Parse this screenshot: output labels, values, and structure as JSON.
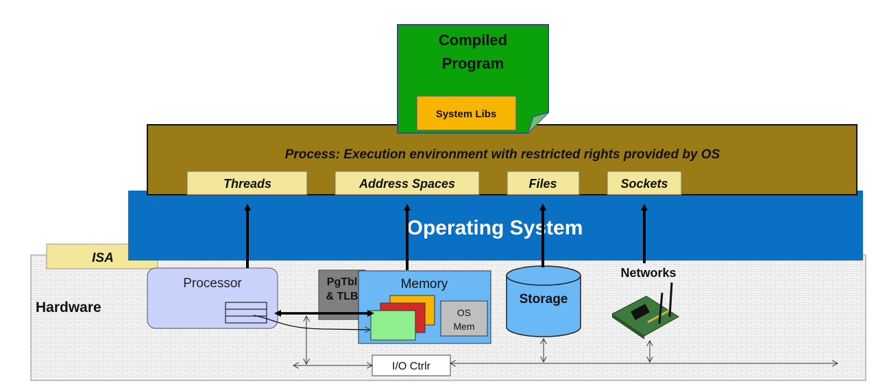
{
  "compiled_program": {
    "title_line1": "Compiled",
    "title_line2": "Program",
    "system_libs": "System Libs"
  },
  "process": {
    "title": "Process: Execution environment with restricted rights provided by OS",
    "tabs": [
      "Threads",
      "Address Spaces",
      "Files",
      "Sockets"
    ]
  },
  "os": {
    "label": "Operating System"
  },
  "isa": {
    "label": "ISA"
  },
  "hardware": {
    "label": "Hardware",
    "processor": "Processor",
    "pgtbl_line1": "PgTbl",
    "pgtbl_line2": "& TLB",
    "memory": "Memory",
    "os_mem_line1": "OS",
    "os_mem_line2": "Mem",
    "storage": "Storage",
    "networks": "Networks",
    "io_ctrl": "I/O Ctrlr"
  },
  "colors": {
    "compiled_program_fill": "#0aa10a",
    "system_libs_fill": "#f7b500",
    "process_fill": "#9b7b16",
    "tab_fill": "#f2e79a",
    "os_fill": "#0a70c4",
    "processor_fill": "#c9d2fb",
    "memory_fill": "#6ab9f6",
    "storage_fill": "#6ab9f6",
    "pgtbl_fill": "#808080"
  }
}
